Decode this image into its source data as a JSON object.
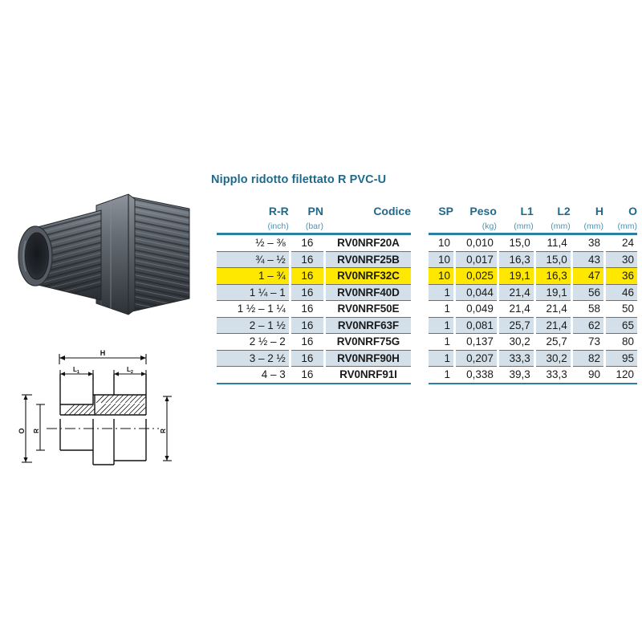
{
  "title": "Nipplo ridotto filettato R PVC-U",
  "colors": {
    "heading": "#1f6a8c",
    "unit": "#4f93b0",
    "rule": "#2b7fa0",
    "row_shade": "#d3e0ea",
    "highlight": "#ffe800",
    "product_body": "#4a4f55"
  },
  "photo": {
    "alt": "PVC-U reducing threaded nipple, dark grey, hexagonal centre with threaded ends"
  },
  "drawing": {
    "labels": {
      "h": "H",
      "l1": "L",
      "l1_sub": "1",
      "l2": "L",
      "l2_sub": "2",
      "o": "O",
      "r_left": "R",
      "r_right": "R"
    }
  },
  "table_left": {
    "headers": [
      {
        "main": "R-R",
        "unit": "(inch)"
      },
      {
        "main": "PN",
        "unit": "(bar)"
      },
      {
        "main": "Codice",
        "unit": ""
      }
    ],
    "rows": [
      {
        "rr": "½ – ⅜",
        "pn": "16",
        "codice": "RV0NRF20A"
      },
      {
        "rr": "¾ – ½",
        "pn": "16",
        "codice": "RV0NRF25B"
      },
      {
        "rr": "1 – ¾",
        "pn": "16",
        "codice": "RV0NRF32C"
      },
      {
        "rr": "1 ¼ – 1",
        "pn": "16",
        "codice": "RV0NRF40D"
      },
      {
        "rr": "1 ½ – 1 ¼",
        "pn": "16",
        "codice": "RV0NRF50E"
      },
      {
        "rr": "2 – 1 ½",
        "pn": "16",
        "codice": "RV0NRF63F"
      },
      {
        "rr": "2 ½ – 2",
        "pn": "16",
        "codice": "RV0NRF75G"
      },
      {
        "rr": "3 – 2 ½",
        "pn": "16",
        "codice": "RV0NRF90H"
      },
      {
        "rr": "4 – 3",
        "pn": "16",
        "codice": "RV0NRF91I"
      }
    ]
  },
  "table_right": {
    "headers": [
      {
        "main": "SP",
        "unit": ""
      },
      {
        "main": "Peso",
        "unit": "(kg)"
      },
      {
        "main": "L1",
        "unit": "(mm)"
      },
      {
        "main": "L2",
        "unit": "(mm)"
      },
      {
        "main": "H",
        "unit": "(mm)"
      },
      {
        "main": "O",
        "unit": "(mm)"
      }
    ],
    "rows": [
      {
        "sp": "10",
        "peso": "0,010",
        "l1": "15,0",
        "l2": "11,4",
        "h": "38",
        "o": "24"
      },
      {
        "sp": "10",
        "peso": "0,017",
        "l1": "16,3",
        "l2": "15,0",
        "h": "43",
        "o": "30"
      },
      {
        "sp": "10",
        "peso": "0,025",
        "l1": "19,1",
        "l2": "16,3",
        "h": "47",
        "o": "36"
      },
      {
        "sp": "1",
        "peso": "0,044",
        "l1": "21,4",
        "l2": "19,1",
        "h": "56",
        "o": "46"
      },
      {
        "sp": "1",
        "peso": "0,049",
        "l1": "21,4",
        "l2": "21,4",
        "h": "58",
        "o": "50"
      },
      {
        "sp": "1",
        "peso": "0,081",
        "l1": "25,7",
        "l2": "21,4",
        "h": "62",
        "o": "65"
      },
      {
        "sp": "1",
        "peso": "0,137",
        "l1": "30,2",
        "l2": "25,7",
        "h": "73",
        "o": "80"
      },
      {
        "sp": "1",
        "peso": "0,207",
        "l1": "33,3",
        "l2": "30,2",
        "h": "82",
        "o": "95"
      },
      {
        "sp": "1",
        "peso": "0,338",
        "l1": "39,3",
        "l2": "33,3",
        "h": "90",
        "o": "120"
      }
    ]
  },
  "highlighted_row_index": 2,
  "shaded_row_indices": [
    1,
    3,
    5,
    7
  ]
}
